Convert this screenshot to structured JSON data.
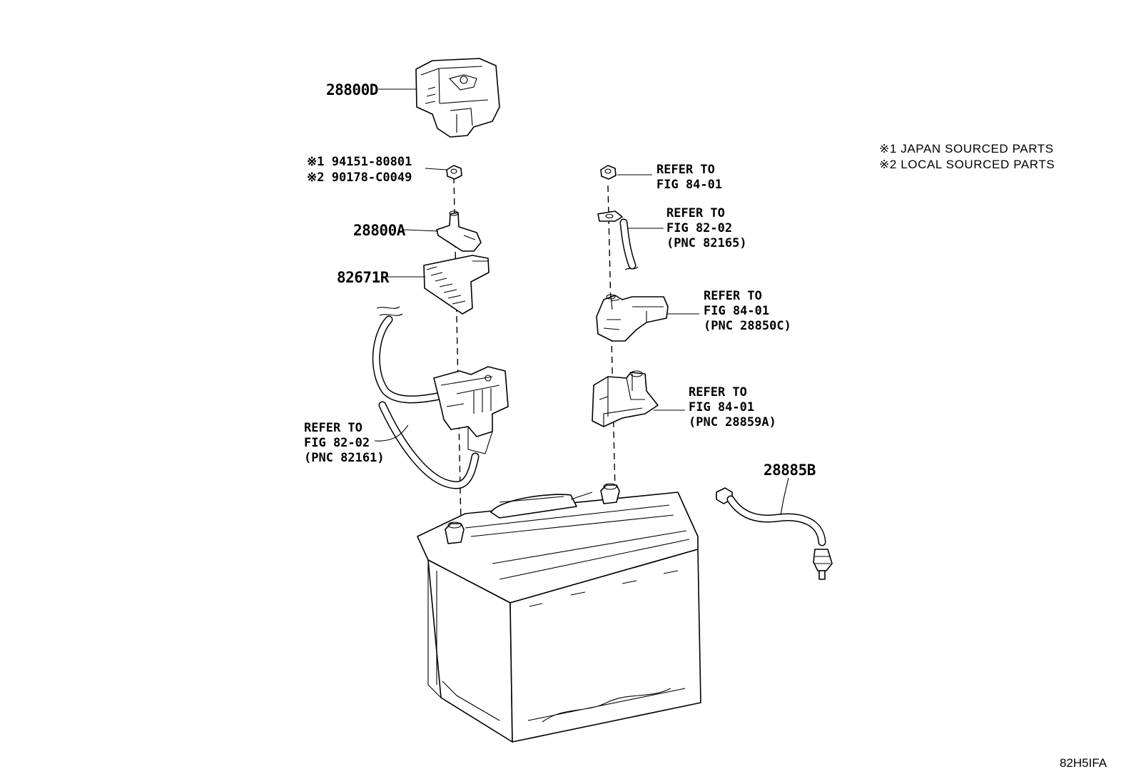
{
  "notes": {
    "japan": "※1 JAPAN SOURCED PARTS",
    "local": "※2 LOCAL SOURCED PARTS"
  },
  "drawing_code": "82H5IFA",
  "callouts": {
    "p28800D": "28800D",
    "nut_japan": "※1 94151-80801",
    "nut_local": "※2 90178-C0049",
    "p28800A": "28800A",
    "p82671R": "82671R",
    "p28885B": "28885B",
    "neg_cable": [
      "REFER TO",
      "FIG 82-02",
      "(PNC 82161)"
    ],
    "nut_right": [
      "REFER TO",
      "FIG 84-01"
    ],
    "pos_cable": [
      "REFER TO",
      "FIG 82-02",
      "(PNC 82165)"
    ],
    "sensor": [
      "REFER TO",
      "FIG 84-01",
      "(PNC 28850C)"
    ],
    "bracket": [
      "REFER TO",
      "FIG 84-01",
      "(PNC 28859A)"
    ]
  }
}
